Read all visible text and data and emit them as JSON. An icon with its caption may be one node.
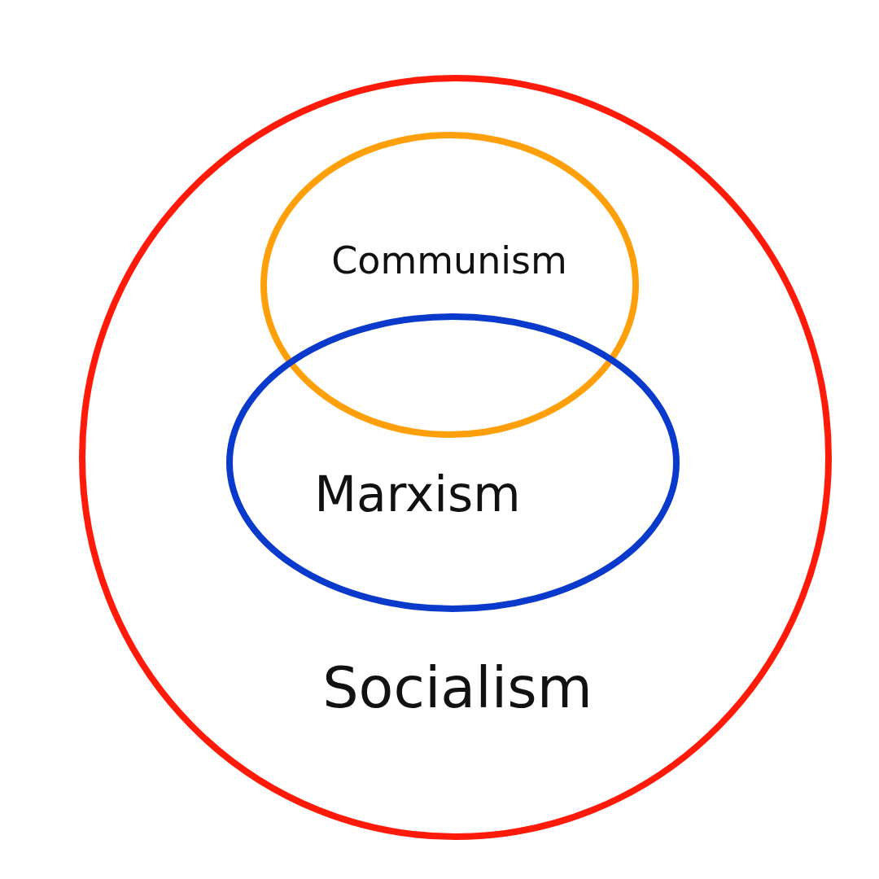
{
  "diagram": {
    "nodes": [
      {
        "text": [
          "Socialism"
        ]
      },
      {
        "text": [
          "Communism"
        ],
        "in": 0
      },
      {
        "text": [
          "Marxism"
        ],
        "in": 0
      }
    ]
  }
}
